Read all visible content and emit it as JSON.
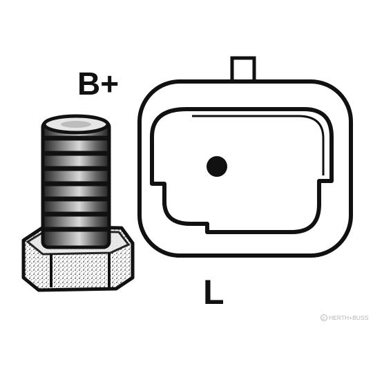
{
  "labels": {
    "positive_terminal": "B+",
    "lamp_terminal": "L"
  },
  "watermark": {
    "text": "HERTH+BUSS"
  },
  "icons": {
    "terminal_bolt": "hex-bolt-terminal-icon",
    "plug": "connector-plug-icon",
    "watermark_symbol": "copyright-icon"
  },
  "colors": {
    "ink": "#111111",
    "background": "#ffffff",
    "watermark": "#b5b5b5"
  }
}
